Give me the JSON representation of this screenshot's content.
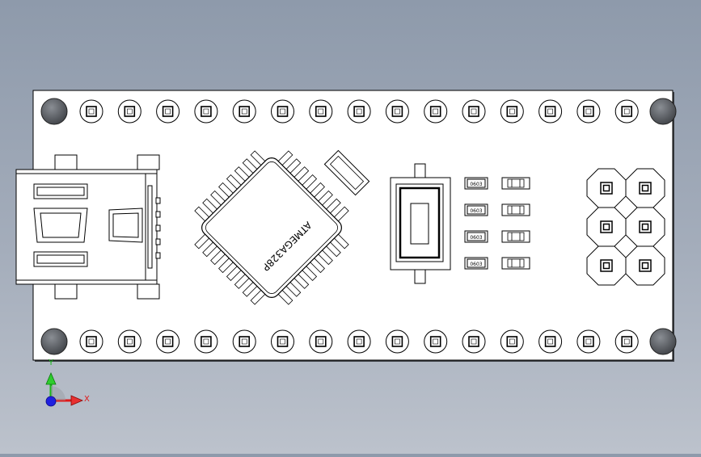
{
  "chip": {
    "marking": "ATMEGA328P"
  },
  "resistors": [
    {
      "code": "0603"
    },
    {
      "code": "0603"
    },
    {
      "code": "0603"
    },
    {
      "code": "0603"
    }
  ],
  "triad": {
    "x_label": "X",
    "y_label": "Y"
  },
  "colors": {
    "background_top": "#8e9aab",
    "board": "#ffffff",
    "line": "#000000",
    "mount_hole": "#5e6268",
    "axis_x": "#e01818",
    "axis_y": "#18b818",
    "axis_z": "#1818e0"
  }
}
